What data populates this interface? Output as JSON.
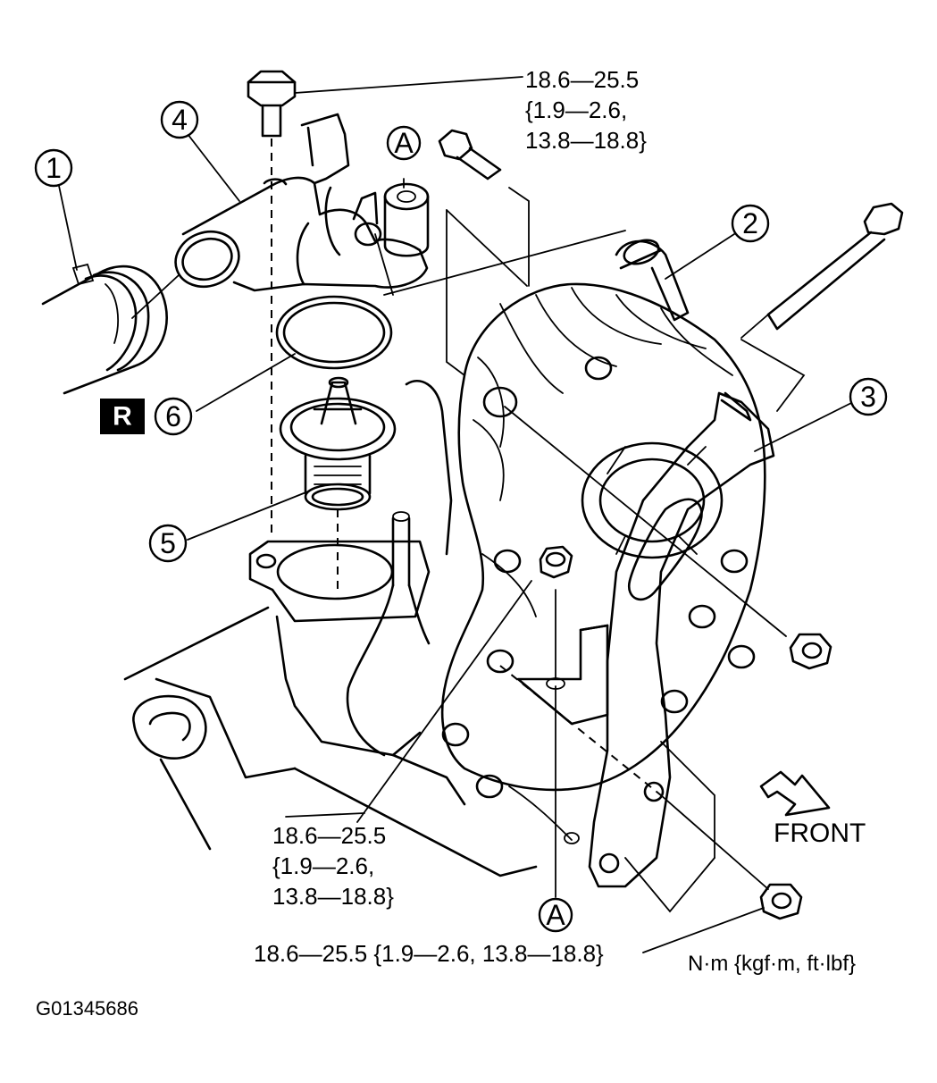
{
  "callouts": {
    "c1": "1",
    "c2": "2",
    "c3": "3",
    "c4": "4",
    "c5": "5",
    "c6": "6",
    "a_top": "A",
    "a_bottom": "A"
  },
  "replace_badge": "R",
  "torque_top": [
    "18.6—25.5",
    "{1.9—2.6,",
    "13.8—18.8}"
  ],
  "torque_left": [
    "18.6—25.5",
    "{1.9—2.6,",
    "13.8—18.8}"
  ],
  "torque_bottom": "18.6—25.5 {1.9—2.6, 13.8—18.8}",
  "front_label": "FRONT",
  "units_label": "N·m {kgf·m, ft·lbf}",
  "figure_id": "G01345686"
}
